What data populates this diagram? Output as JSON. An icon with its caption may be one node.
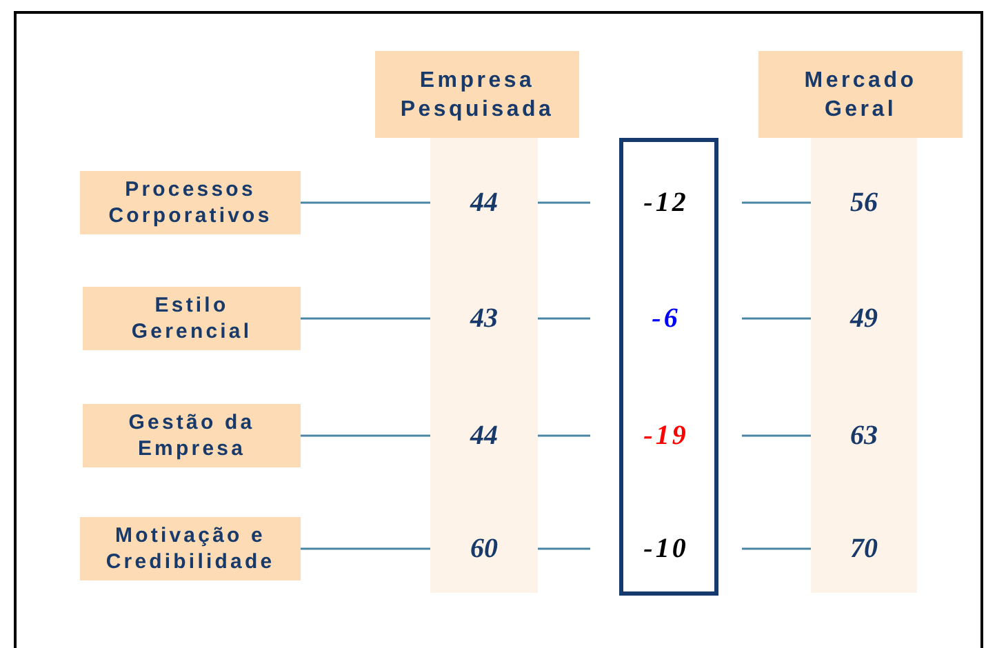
{
  "diagram": {
    "nodes": [
      {
        "text": [
          "Empresa Pesquisada"
        ]
      },
      {
        "text": [
          "Mercado Geral"
        ]
      },
      {
        "text": [
          "Processos Corporativos"
        ]
      },
      {
        "text": [
          "44"
        ]
      },
      {
        "text": [
          "-12"
        ]
      },
      {
        "text": [
          "56"
        ]
      },
      {
        "text": [
          "Estilo Gerencial"
        ]
      },
      {
        "text": [
          "43"
        ]
      },
      {
        "text": [
          "-6"
        ]
      },
      {
        "text": [
          "49"
        ]
      },
      {
        "text": [
          "Gestão da Empresa"
        ]
      },
      {
        "text": [
          "44"
        ]
      },
      {
        "text": [
          "-19"
        ]
      },
      {
        "text": [
          "63"
        ]
      },
      {
        "text": [
          "Motivação e Credibilidade"
        ]
      },
      {
        "text": [
          "60"
        ]
      },
      {
        "text": [
          "-10"
        ]
      },
      {
        "text": [
          "70"
        ]
      }
    ],
    "edges": [
      {
        "from": 2,
        "to": 3,
        "arrow": "none"
      },
      {
        "from": 3,
        "to": 4,
        "arrow": "none"
      },
      {
        "from": 4,
        "to": 5,
        "arrow": "none"
      },
      {
        "from": 6,
        "to": 7,
        "arrow": "none"
      },
      {
        "from": 7,
        "to": 8,
        "arrow": "none"
      },
      {
        "from": 8,
        "to": 9,
        "arrow": "none"
      },
      {
        "from": 10,
        "to": 11,
        "arrow": "none"
      },
      {
        "from": 11,
        "to": 12,
        "arrow": "none"
      },
      {
        "from": 12,
        "to": 13,
        "arrow": "none"
      },
      {
        "from": 14,
        "to": 15,
        "arrow": "none"
      },
      {
        "from": 15,
        "to": 16,
        "arrow": "none"
      },
      {
        "from": 16,
        "to": 17,
        "arrow": "none"
      }
    ]
  }
}
